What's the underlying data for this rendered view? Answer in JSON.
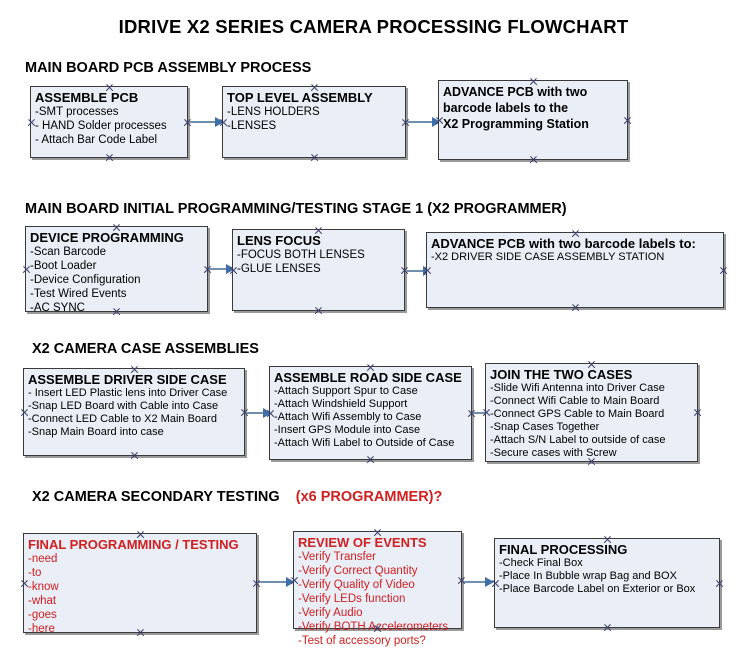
{
  "document": {
    "title": "IDRIVE X2  SERIES CAMERA PROCESSING FLOWCHART"
  },
  "colors": {
    "box_fill": "#e9eef7",
    "box_border": "#3a3a3a",
    "connector": "#6f8fae",
    "arrowhead": "#3f6fa8",
    "accent_red": "#d02020",
    "text": "#000000"
  },
  "sections": [
    {
      "heading": "MAIN BOARD PCB ASSEMBLY PROCESS",
      "heading_accent": "",
      "boxes": [
        {
          "title": "ASSEMBLE PCB",
          "lines": [
            "-SMT processes",
            "- HAND Solder processes",
            "- Attach Bar Code Label"
          ]
        },
        {
          "title": "TOP LEVEL ASSEMBLY",
          "lines": [
            "-LENS HOLDERS",
            "-LENSES"
          ]
        },
        {
          "title": "",
          "lines": [
            "ADVANCE PCB with two",
            "barcode labels to the",
            " X2 Programming Station"
          ]
        }
      ]
    },
    {
      "heading": "MAIN BOARD INITIAL PROGRAMMING/TESTING STAGE 1 (X2 PROGRAMMER)",
      "heading_accent": "",
      "boxes": [
        {
          "title": "DEVICE PROGRAMMING",
          "lines": [
            "-Scan Barcode",
            "-Boot Loader",
            "-Device Configuration",
            "-Test Wired Events",
            "-AC SYNC"
          ]
        },
        {
          "title": "LENS FOCUS",
          "lines": [
            "-FOCUS BOTH LENSES",
            "-GLUE LENSES"
          ]
        },
        {
          "title": "ADVANCE PCB with two barcode labels to:",
          "lines": [
            "-X2 DRIVER  SIDE  CASE  ASSEMBLY STATION"
          ]
        }
      ]
    },
    {
      "heading": "X2 CAMERA CASE ASSEMBLIES",
      "heading_accent": "",
      "boxes": [
        {
          "title": "ASSEMBLE DRIVER SIDE CASE",
          "lines": [
            "- Insert LED Plastic lens into Driver Case",
            "-Snap LED Board with Cable into Case",
            "-Connect LED Cable to X2 Main Board",
            "-Snap Main Board into case"
          ]
        },
        {
          "title": "ASSEMBLE ROAD SIDE CASE",
          "lines": [
            "-Attach Support Spur to Case",
            "-Attach Windshield Support",
            "-Attach Wifi Assembly to Case",
            "-Insert GPS Module into Case",
            "-Attach Wifi Label to Outside of Case"
          ]
        },
        {
          "title": "JOIN THE TWO CASES",
          "lines": [
            "-Slide Wifi Antenna into Driver Case",
            "-Connect Wifi Cable to Main Board",
            "-Connect GPS Cable to Main Board",
            "-Snap Cases Together",
            "-Attach S/N Label to outside of case",
            "-Secure cases with Screw"
          ]
        }
      ]
    },
    {
      "heading": "X2 CAMERA SECONDARY TESTING",
      "heading_accent": "(x6 PROGRAMMER)?",
      "boxes": [
        {
          "title": "FINAL PROGRAMMING / TESTING",
          "lines": [
            "-need",
            "-to",
            "-know",
            "-what",
            "-goes",
            "-here"
          ]
        },
        {
          "title": "REVIEW OF EVENTS",
          "lines": [
            "-Verify Transfer",
            "-Verify Correct Quantity",
            "-Verify Quality of Video",
            "-Verify LEDs function",
            "-Verify Audio",
            "-Verify BOTH Accelerometers",
            "-Test of accessory ports?"
          ]
        },
        {
          "title": "FINAL PROCESSING",
          "lines": [
            " -Check Final Box",
            "-Place In Bubble wrap Bag and BOX",
            "-Place Barcode Label on Exterior or Box"
          ]
        }
      ]
    }
  ]
}
